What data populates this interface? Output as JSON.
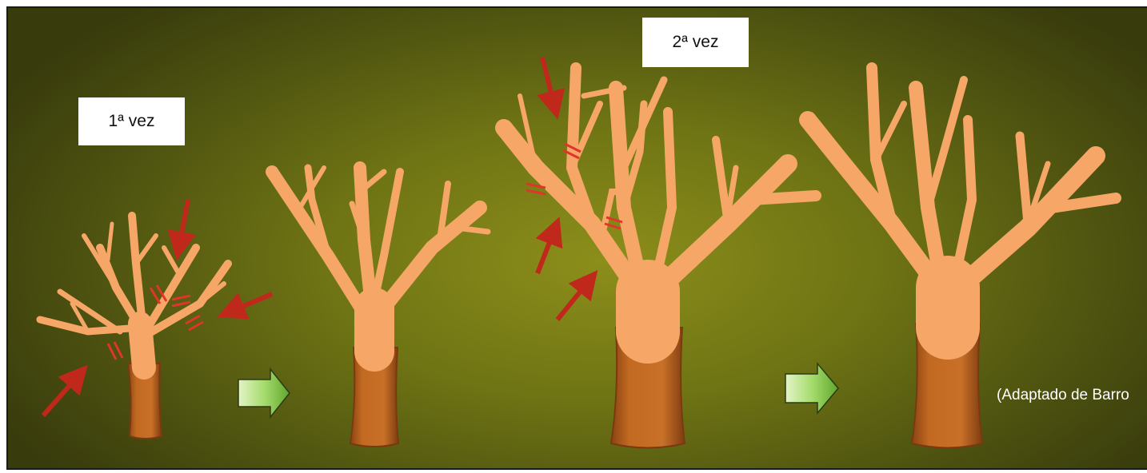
{
  "labels": {
    "first_time": "1ª vez",
    "second_time": "2ª vez"
  },
  "credit": "(Adaptado de Barro",
  "colors": {
    "bark": "#f6a768",
    "bark_outline": "#a0522d",
    "trunk": "#c36a22",
    "trunk_dark": "#8a4312",
    "cut_marks": "#e0352a",
    "red_arrows": "#c0281c",
    "step_arrow": "#9cd46a"
  }
}
